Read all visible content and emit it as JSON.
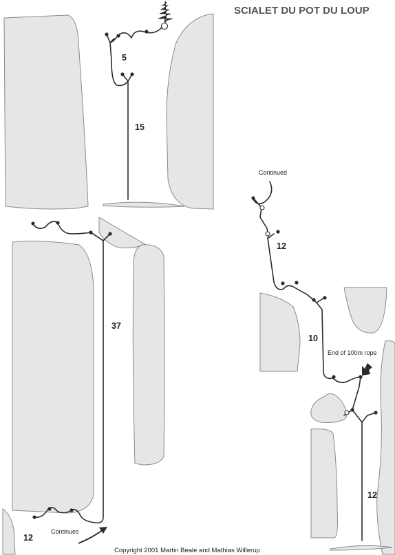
{
  "title": "SCIALET DU POT DU LOUP",
  "copyright": "Copyright 2001 Martin Beale and Mathias Willerup",
  "pitches": {
    "p1": "5",
    "p2": "15",
    "p3": "37",
    "p4": "12",
    "p5": "12",
    "p6": "10",
    "p7": "12"
  },
  "notes": {
    "continues": "Continues",
    "continued": "Continued",
    "rope_end": "End of 100m rope"
  },
  "icons": {
    "tree": "pine-tree-icon",
    "arrow_continue": "curved-arrow-icon",
    "arrow_rope_end": "down-arrow-icon"
  },
  "colors": {
    "rock": "#e6e6e6",
    "rope": "#2b2b2b",
    "title": "#555555"
  }
}
